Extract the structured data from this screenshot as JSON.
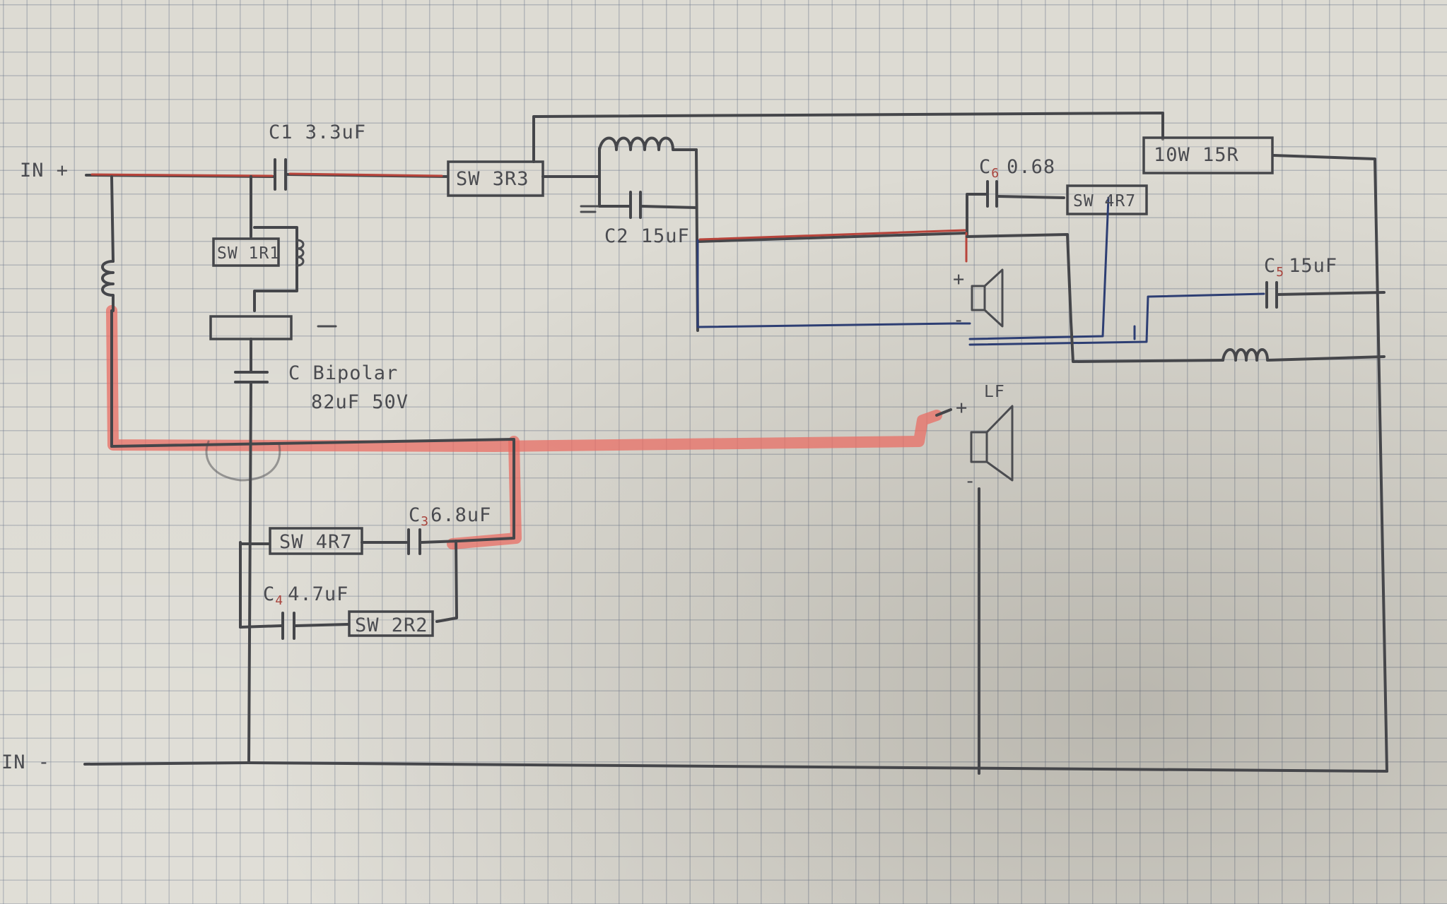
{
  "labels": {
    "in_plus": "IN +",
    "in_minus": "IN -",
    "c1": "C1 3.3uF",
    "sw_3r3": "SW 3R3",
    "c2": "C2 15uF",
    "sw_1r1": "SW 1R1",
    "c_bipolar_line1": "C Bipolar",
    "c_bipolar_line2": "82uF 50V",
    "c6_prefix": "C",
    "c6_index": "6",
    "c6_value": "0.68",
    "sw_4r7_top": "SW 4R7",
    "r_10w": "10W 15R",
    "c5_prefix": "C",
    "c5_index": "5",
    "c5_value": "15uF",
    "tw_plus": "+",
    "tw_minus": "-",
    "lf": "LF",
    "lf_plus": "+",
    "lf_minus": "-",
    "c3_prefix": "C",
    "c3_index": "3",
    "c3_value": "6.8uF",
    "sw_4r7": "SW 4R7",
    "c4_prefix": "C",
    "c4_index": "4",
    "c4_value": "4.7uF",
    "sw_2r2": "SW 2R2"
  },
  "colors": {
    "paper": "#dddbd3",
    "grid": "#6e788c",
    "pencil": "#45464a",
    "red_pen": "#b8443b",
    "highlight": "#e86e64",
    "blue_pen": "#2d3e73"
  }
}
